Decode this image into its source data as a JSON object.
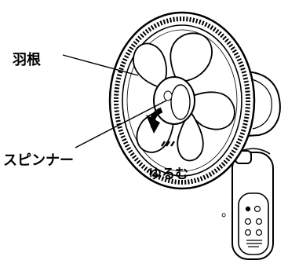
{
  "labels": {
    "blade": "羽根",
    "spinner": "スピンナー",
    "loosen": "ゆるむ",
    "trailing_mark": "。"
  },
  "icons": {
    "loosen_arrow": "curved-arrow-icon"
  },
  "colors": {
    "line": "#000000",
    "background": "#ffffff"
  }
}
